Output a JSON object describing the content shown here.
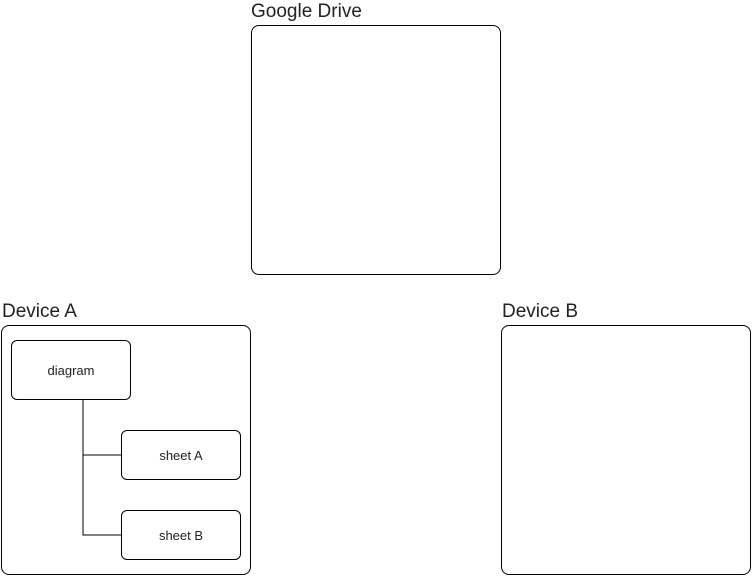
{
  "diagram": {
    "google_drive": {
      "label": "Google Drive"
    },
    "device_a": {
      "label": "Device A",
      "nodes": {
        "diagram": "diagram",
        "sheet_a": "sheet A",
        "sheet_b": "sheet B"
      }
    },
    "device_b": {
      "label": "Device B"
    }
  },
  "colors": {
    "stroke": "#000000",
    "text": "#222222",
    "background": "#ffffff"
  }
}
